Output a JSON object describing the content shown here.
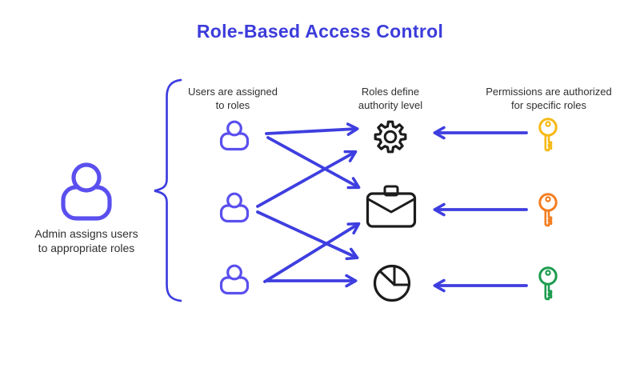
{
  "title": "Role-Based Access Control",
  "colors": {
    "title_blue": "#3c3cdb",
    "arrow_blue": "#3e3ee0",
    "person_blue": "#5a4fee",
    "icon_black": "#1c1c1c",
    "text_dark": "#2f2f2f",
    "background": "#ffffff",
    "key_yellow": "#f5b915",
    "key_orange": "#f57d1f",
    "key_green": "#1b9c4d"
  },
  "admin": {
    "icon": "admin-user-icon",
    "label": "Admin assigns users\nto appropriate roles"
  },
  "columns": [
    {
      "id": "users",
      "label": "Users are assigned\nto roles",
      "items": [
        {
          "icon": "user-icon"
        },
        {
          "icon": "user-icon"
        },
        {
          "icon": "user-icon"
        }
      ]
    },
    {
      "id": "roles",
      "label": "Roles define\nauthority level",
      "items": [
        {
          "icon": "gear-icon"
        },
        {
          "icon": "briefcase-icon"
        },
        {
          "icon": "pie-chart-icon"
        }
      ]
    },
    {
      "id": "permissions",
      "label": "Permissions are authorized\nfor specific roles",
      "items": [
        {
          "icon": "key-icon",
          "color": "#f5b915"
        },
        {
          "icon": "key-icon",
          "color": "#f57d1f"
        },
        {
          "icon": "key-icon",
          "color": "#1b9c4d"
        }
      ]
    }
  ],
  "arrows": {
    "users_to_roles": [
      {
        "from": "user-1",
        "to": "role-1"
      },
      {
        "from": "user-1",
        "to": "role-2"
      },
      {
        "from": "user-2",
        "to": "role-1"
      },
      {
        "from": "user-2",
        "to": "role-3"
      },
      {
        "from": "user-3",
        "to": "role-2"
      },
      {
        "from": "user-3",
        "to": "role-3"
      }
    ],
    "permissions_to_roles": [
      {
        "from": "permission-1",
        "to": "role-1"
      },
      {
        "from": "permission-2",
        "to": "role-2"
      },
      {
        "from": "permission-3",
        "to": "role-3"
      }
    ]
  }
}
